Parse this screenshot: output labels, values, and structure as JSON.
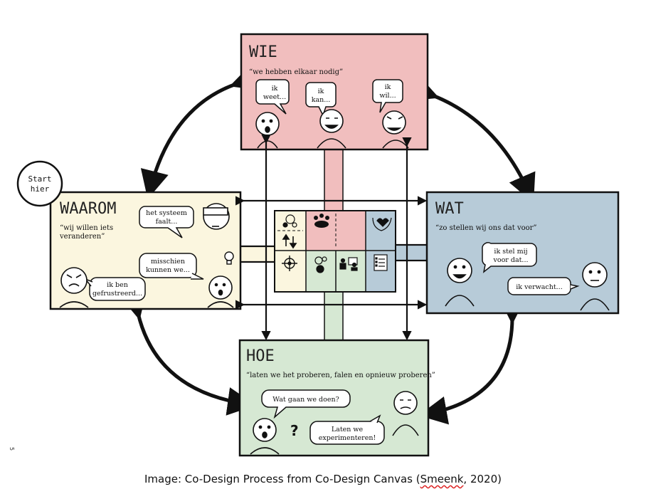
{
  "boxes": {
    "wie": {
      "title": "WIE",
      "quote": "“we hebben elkaar nodig”",
      "color": "#f1bebe"
    },
    "wat": {
      "title": "WAT",
      "quote": "“zo stellen wij ons dat voor”",
      "color": "#b7cbd8"
    },
    "hoe": {
      "title": "HOE",
      "quote": "“laten we het proberen, falen en opnieuw proberen”",
      "color": "#d6e8d3"
    },
    "waarom": {
      "title": "WAAROM",
      "quote_line1": "“wij willen iets",
      "quote_line2": "veranderen”",
      "color": "#fbf6df"
    }
  },
  "bubbles": {
    "wie_weet": [
      "ik",
      "weet..."
    ],
    "wie_kan": [
      "ik",
      "kan..."
    ],
    "wie_wil": [
      "ik",
      "wil..."
    ],
    "wat_stel": [
      "ik stel mij",
      "voor dat..."
    ],
    "wat_verwacht": [
      "ik verwacht..."
    ],
    "hoe_doen": [
      "Wat gaan we doen?"
    ],
    "hoe_exp": [
      "Laten we",
      "experimenteren!"
    ],
    "waarom_systeem": [
      "het systeem",
      "faalt..."
    ],
    "waarom_misschien": [
      "misschien",
      "kunnen we..."
    ],
    "waarom_gefrustreerd": [
      "ik ben",
      "gefrustreerd..."
    ]
  },
  "start": {
    "line1": "Start",
    "line2": "hier"
  },
  "caption": {
    "prefix": "Image: Co-Design Process from Co-Design Canvas (",
    "author": "Smeenk",
    "suffix": ", 2020)"
  },
  "page_number": "5",
  "center_colors": {
    "pink": "#f1bebe",
    "blue": "#b7cbd8",
    "green": "#d6e8d3",
    "cream": "#fbf6df"
  },
  "icons": [
    "gears-globe-icon",
    "team-icon",
    "hand-heart-icon",
    "arrows-updown-icon",
    "target-icon",
    "idea-gears-icon",
    "people-board-icon",
    "checklist-icon"
  ]
}
